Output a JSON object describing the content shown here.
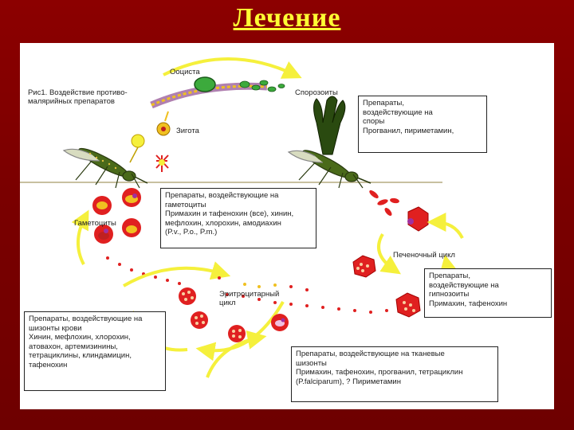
{
  "slide": {
    "title": "Лечение"
  },
  "diagram": {
    "figure_caption": "Рис1. Воздействие противо-\nмалярийных препаратов",
    "labels": {
      "oocyst": "Ооциста",
      "sporozoites": "Спорозоиты",
      "zygote": "Зигота",
      "gametocytes": "Гаметоциты",
      "liver_cycle": "Печеночный цикл",
      "erythrocytic_cycle": "Эритроцитарный\nцикл"
    },
    "boxes": {
      "spores": {
        "header": "Препараты,\nвоздействующие на\nспоры",
        "drugs": "Прогванил, пириметамин,"
      },
      "gametocytes": {
        "header": "Препараты, воздействующие на\nгаметоциты",
        "drugs": "Примахин и тафенохин (все), хинин,\nмефлохин, хлорохин, амодиахин\n(P.v., P.o., P.m.)"
      },
      "hypnozoites": {
        "header": "Препараты,\nвоздействующие на\nгипнозоиты",
        "drugs": "Примахин, тафенохин"
      },
      "blood_schizonts": {
        "header": "Препараты, воздействующие на\nшизонты крови",
        "drugs": "Хинин, мефлохин, хлорохин,\nатовахон, артемизинины,\nтетрациклины, клиндамицин,\nтафенохин"
      },
      "tissue_schizonts": {
        "header": "Препараты, воздействующие на тканевые\nшизонты",
        "drugs": "Примахин, тафенохин, прогванил, тетрациклин\n(P.falciparum), ? Пириметамин"
      }
    },
    "colors": {
      "background": "#7a0000",
      "title": "#ffff33",
      "arrow": "#f5f03c",
      "cell": "#e02020",
      "mosquito": "#3a5a1a"
    }
  }
}
